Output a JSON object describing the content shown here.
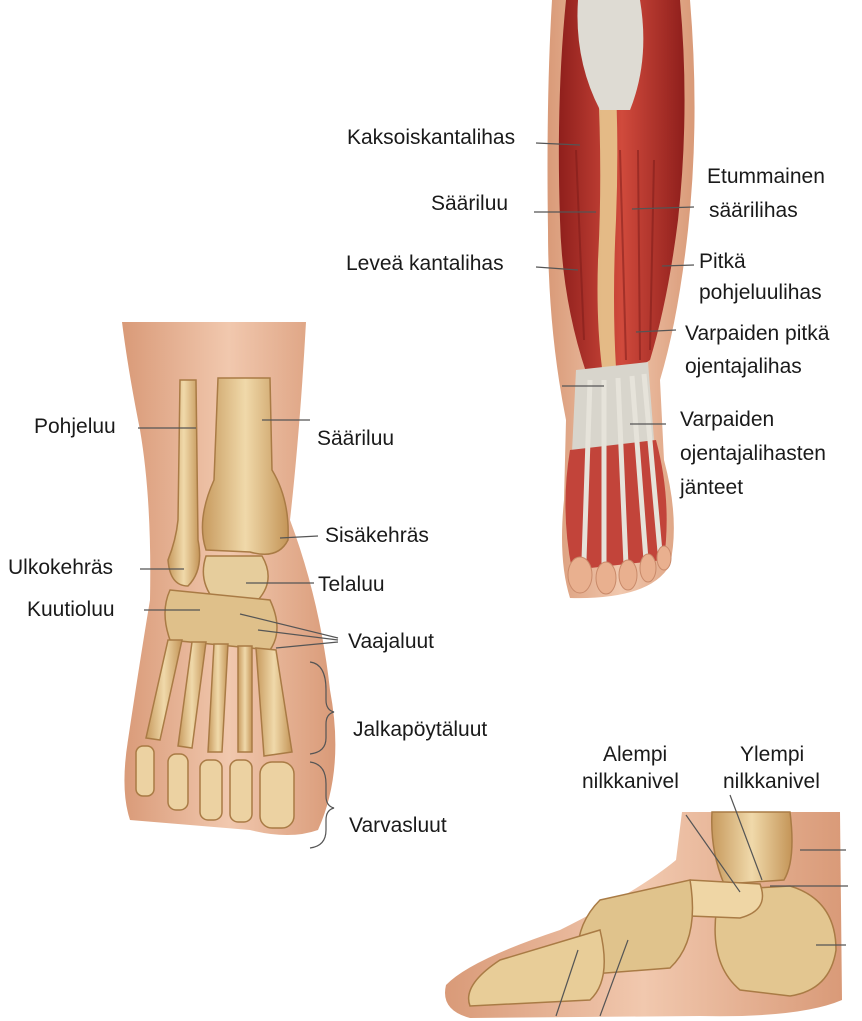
{
  "leg_labels": {
    "kaksoiskantalihas": "Kaksoiskantalihas",
    "saariluu": "Sääriluu",
    "levea_kantalihas": "Leveä kantalihas",
    "etummainen_1": "Etummainen",
    "etummainen_2": "säärilihas",
    "pitka_pohje_1": "Pitkä",
    "pitka_pohje_2": "pohjeluulihas",
    "varpaiden_pitka_1": "Varpaiden pitkä",
    "varpaiden_pitka_2": "ojentajalihas",
    "janteet_1": "Varpaiden",
    "janteet_2": "ojentajalihasten",
    "janteet_3": "jänteet"
  },
  "foot_labels": {
    "pohjeluu": "Pohjeluu",
    "saariluu": "Sääriluu",
    "sisakehras": "Sisäkehräs",
    "ulkokehras": "Ulkokehräs",
    "telaluu": "Telaluu",
    "kuutioluu": "Kuutioluu",
    "vaajaluut": "Vaajaluut",
    "jalkapoytaluut": "Jalkapöytäluut",
    "varvasluut": "Varvasluut"
  },
  "side_labels": {
    "alempi_1": "Alempi",
    "alempi_2": "nilkkanivel",
    "ylempi_1": "Ylempi",
    "ylempi_2": "nilkkanivel"
  },
  "colors": {
    "skin": "#e8b394",
    "muscle": "#b8322c",
    "bone": "#e2c28e",
    "tendon": "#d9d6cf",
    "line": "#555555"
  }
}
